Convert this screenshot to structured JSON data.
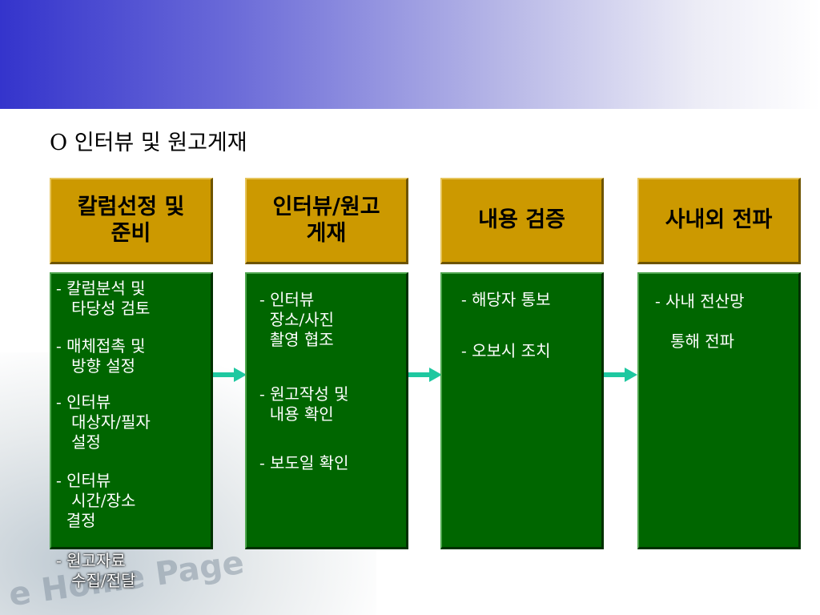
{
  "slide": {
    "title": "O 인터뷰 및 원고게재"
  },
  "steps": [
    {
      "header": "칼럼선정 및\n준비",
      "items": [
        "- 칼럼분석 및\n   타당성 검토",
        "- 매체접촉 및\n   방향 설정",
        "- 인터뷰\n   대상자/필자\n   설정",
        "- 인터뷰\n   시간/장소\n  결정",
        "- 원고자료\n   수집/전달"
      ]
    },
    {
      "header": "인터뷰/원고\n게재",
      "items": [
        "- 인터뷰\n  장소/사진\n  촬영 협조",
        "- 원고작성 및\n  내용 확인",
        "- 보도일 확인"
      ]
    },
    {
      "header": "내용 검증",
      "items": [
        "- 해당자 통보",
        "- 오보시 조치"
      ]
    },
    {
      "header": "사내외 전파",
      "items": [
        "- 사내 전산망\n\n   통해 전파"
      ]
    }
  ],
  "colors": {
    "header_fill": "#cc9900",
    "body_fill": "#006600",
    "arrow": "#1ec8a0",
    "banner_start": "#3434cc"
  }
}
